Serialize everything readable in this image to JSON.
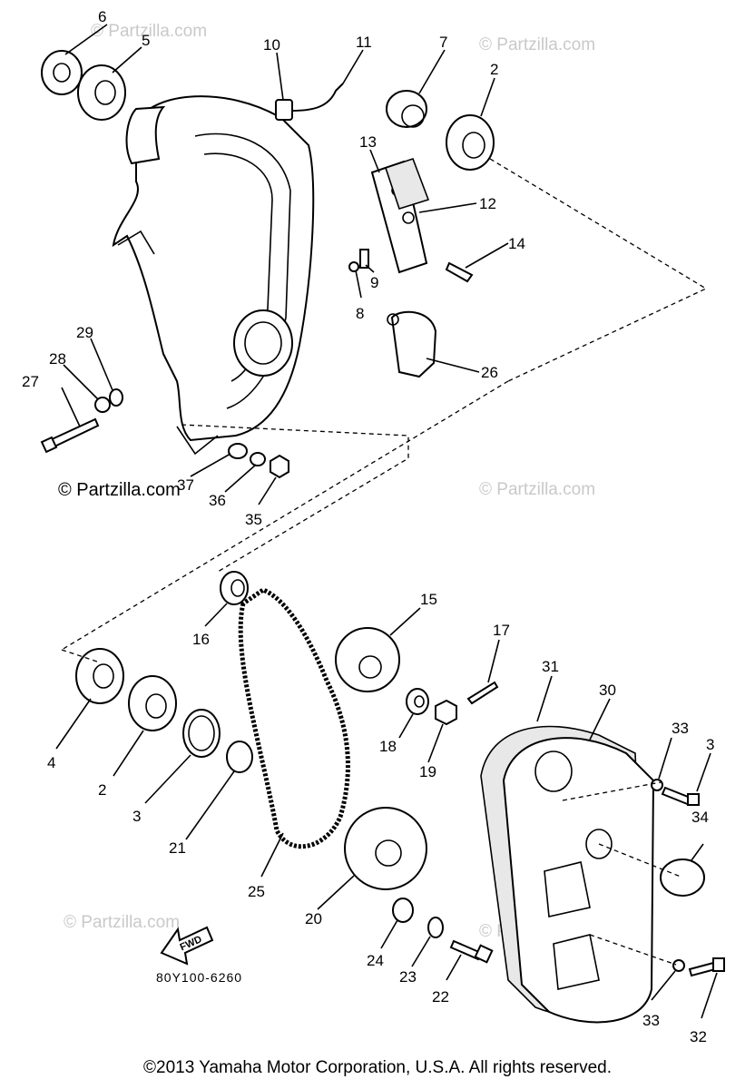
{
  "watermarks": {
    "brand": "© Partzilla.com"
  },
  "part_labels": [
    "2",
    "3",
    "4",
    "5",
    "6",
    "7",
    "8",
    "9",
    "10",
    "11",
    "12",
    "13",
    "14",
    "15",
    "16",
    "17",
    "18",
    "19",
    "20",
    "21",
    "22",
    "23",
    "24",
    "25",
    "26",
    "27",
    "28",
    "29",
    "30",
    "31",
    "32",
    "33",
    "34",
    "35",
    "36",
    "37"
  ],
  "labels": {
    "l2a": "2",
    "l2b": "2",
    "l3a": "3",
    "l3b": "3",
    "l4": "4",
    "l5": "5",
    "l6": "6",
    "l7": "7",
    "l8": "8",
    "l9": "9",
    "l10": "10",
    "l11": "11",
    "l12": "12",
    "l13": "13",
    "l14": "14",
    "l15": "15",
    "l16": "16",
    "l17": "17",
    "l18": "18",
    "l19": "19",
    "l20": "20",
    "l21": "21",
    "l22": "22",
    "l23": "23",
    "l24": "24",
    "l25": "25",
    "l26": "26",
    "l27": "27",
    "l28": "28",
    "l29": "29",
    "l30": "30",
    "l31": "31",
    "l32": "32",
    "l33a": "33",
    "l33b": "33",
    "l34": "34",
    "l35": "35",
    "l36": "36",
    "l37": "37"
  },
  "fwd_label": "FWD",
  "drawing_code": "80Y100-6260",
  "copyright": "©2013  Yamaha Motor Corporation, U.S.A. All rights reserved."
}
